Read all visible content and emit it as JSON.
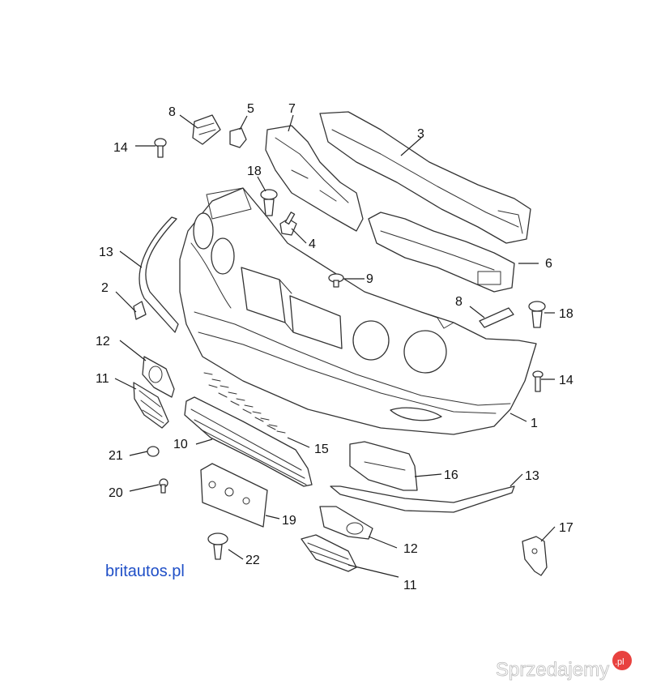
{
  "callouts": [
    {
      "id": "c1",
      "text": "1"
    },
    {
      "id": "c2",
      "text": "2"
    },
    {
      "id": "c3",
      "text": "3"
    },
    {
      "id": "c4",
      "text": "4"
    },
    {
      "id": "c5",
      "text": "5"
    },
    {
      "id": "c6",
      "text": "6"
    },
    {
      "id": "c7",
      "text": "7"
    },
    {
      "id": "c8a",
      "text": "8"
    },
    {
      "id": "c8b",
      "text": "8"
    },
    {
      "id": "c9",
      "text": "9"
    },
    {
      "id": "c10",
      "text": "10"
    },
    {
      "id": "c11a",
      "text": "11"
    },
    {
      "id": "c11b",
      "text": "11"
    },
    {
      "id": "c12a",
      "text": "12"
    },
    {
      "id": "c12b",
      "text": "12"
    },
    {
      "id": "c13a",
      "text": "13"
    },
    {
      "id": "c13b",
      "text": "13"
    },
    {
      "id": "c14a",
      "text": "14"
    },
    {
      "id": "c14b",
      "text": "14"
    },
    {
      "id": "c15",
      "text": "15"
    },
    {
      "id": "c16",
      "text": "16"
    },
    {
      "id": "c17",
      "text": "17"
    },
    {
      "id": "c18a",
      "text": "18"
    },
    {
      "id": "c18b",
      "text": "18"
    },
    {
      "id": "c19",
      "text": "19"
    },
    {
      "id": "c20",
      "text": "20"
    },
    {
      "id": "c21",
      "text": "21"
    },
    {
      "id": "c22",
      "text": "22"
    }
  ],
  "source_text": "britautos.pl",
  "watermark": {
    "text": "Sprzedajemy",
    "badge": ".pl",
    "badge_color": "#e8423f"
  },
  "colors": {
    "line": "#333333",
    "link": "#1f4fc7"
  }
}
